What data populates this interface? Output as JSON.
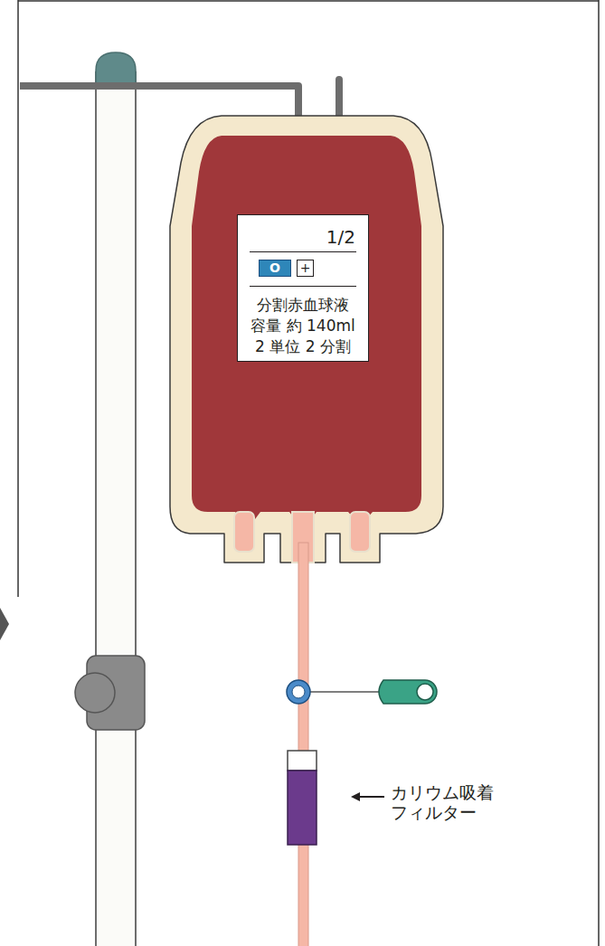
{
  "diagram": {
    "nodes": [
      {
        "text": [
          "1/2",
          "分割赤血球液",
          "容量 約 140ml",
          "2 単位 2 分割"
        ]
      },
      {
        "text": [
          "O"
        ],
        "in": 0
      },
      {
        "text": [
          "+"
        ],
        "in": 0
      }
    ],
    "labels": [
      "カリウム吸着 フィルター"
    ]
  }
}
